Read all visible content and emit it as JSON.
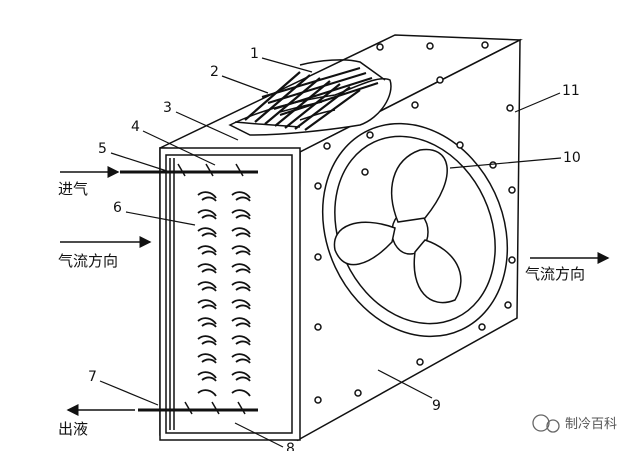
{
  "diagram": {
    "callouts": [
      "1",
      "2",
      "3",
      "4",
      "5",
      "6",
      "7",
      "8",
      "9",
      "10",
      "11"
    ],
    "flow_labels": {
      "inlet_gas": "进气",
      "airflow_in": "气流方向",
      "airflow_out": "气流方向",
      "liquid_out": "出液"
    },
    "watermark": "制冷百科"
  }
}
